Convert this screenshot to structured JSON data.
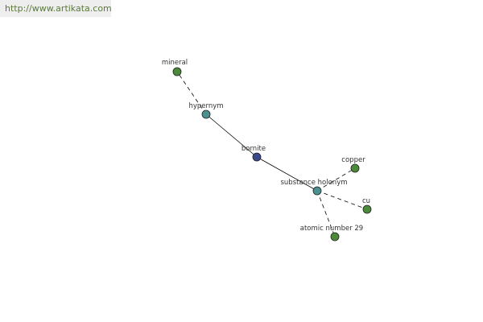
{
  "site": {
    "url_text": "http://www.artikata.com"
  },
  "colors": {
    "root_node": "#3a4a8c",
    "relation_node": "#4a9090",
    "leaf_node": "#4a8a3a",
    "edge": "#000000",
    "url_text": "#5a7a3a",
    "banner_bg": "#eeeeee"
  },
  "graph": {
    "nodes": [
      {
        "id": "bornite",
        "label": "bornite",
        "kind": "root"
      },
      {
        "id": "hypernym",
        "label": "hypernym",
        "kind": "relation"
      },
      {
        "id": "mineral",
        "label": "mineral",
        "kind": "leaf"
      },
      {
        "id": "substance-holonym",
        "label": "substance holonym",
        "kind": "relation"
      },
      {
        "id": "copper",
        "label": "copper",
        "kind": "leaf"
      },
      {
        "id": "cu",
        "label": "cu",
        "kind": "leaf"
      },
      {
        "id": "atomic-number-29",
        "label": "atomic number 29",
        "kind": "leaf"
      }
    ],
    "edges": [
      {
        "from": "bornite",
        "to": "hypernym",
        "style": "solid"
      },
      {
        "from": "hypernym",
        "to": "mineral",
        "style": "dashed"
      },
      {
        "from": "bornite",
        "to": "substance-holonym",
        "style": "solid"
      },
      {
        "from": "substance-holonym",
        "to": "copper",
        "style": "dashed"
      },
      {
        "from": "substance-holonym",
        "to": "cu",
        "style": "dashed"
      },
      {
        "from": "substance-holonym",
        "to": "atomic-number-29",
        "style": "dashed"
      }
    ]
  }
}
